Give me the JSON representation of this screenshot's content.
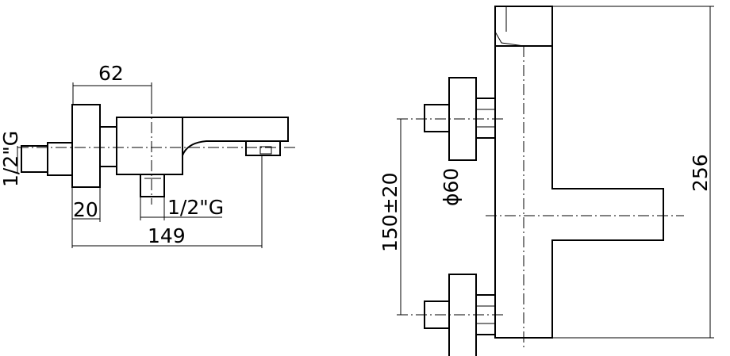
{
  "dimensions": {
    "side_view": {
      "top_width": "62",
      "left_thread": "1/2\"G",
      "flange_depth": "20",
      "bottom_thread": "1/2\"G",
      "overall_length": "149"
    },
    "front_view": {
      "inlet_spacing": "150±20",
      "rosette_diameter": "ϕ60",
      "overall_height": "256"
    }
  }
}
